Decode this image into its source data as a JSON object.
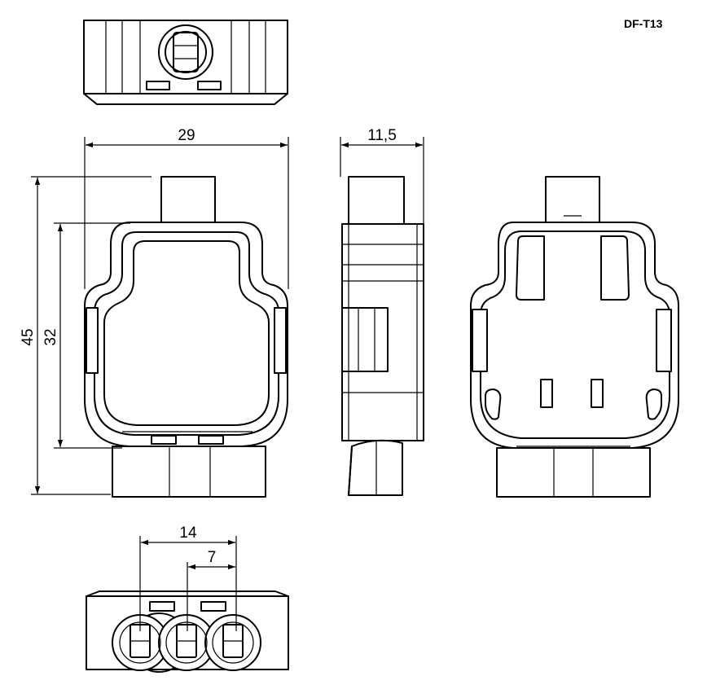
{
  "product_code": "DF-T13",
  "dimensions": {
    "width": "29",
    "depth": "11,5",
    "height_total": "45",
    "height_body": "32",
    "pitch_outer": "14",
    "pitch_inner": "7"
  }
}
